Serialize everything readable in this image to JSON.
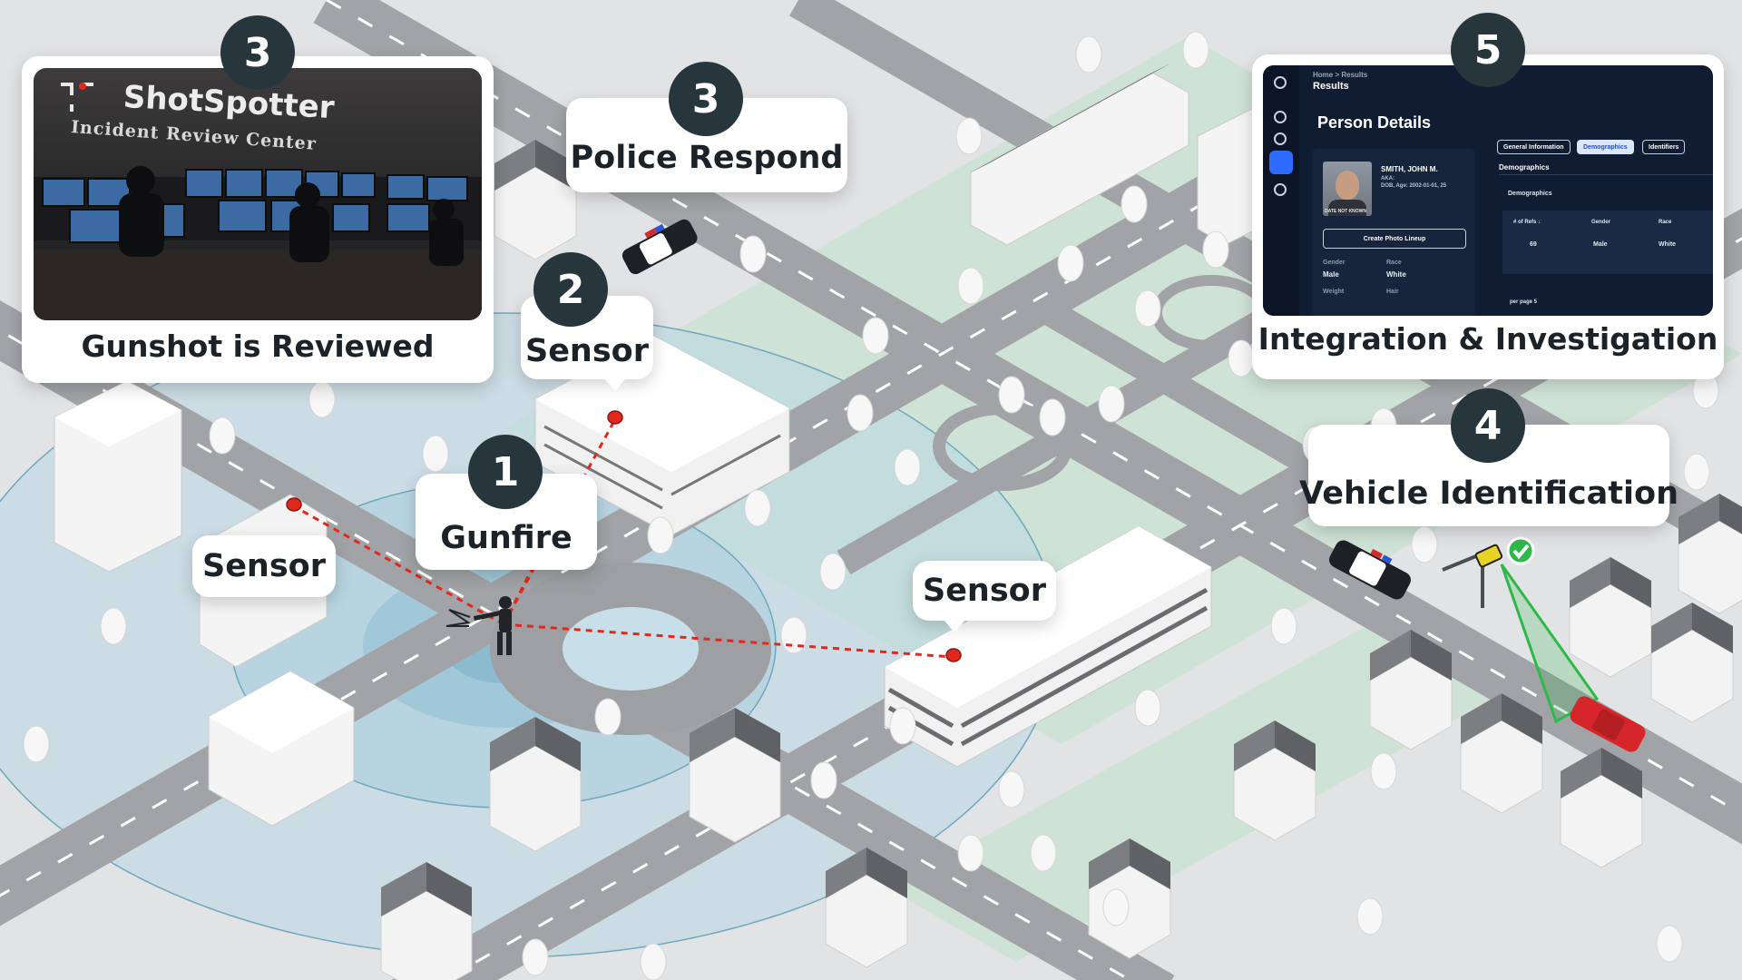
{
  "steps": {
    "gunfire": {
      "number": "1",
      "label": "Gunfire"
    },
    "sensor_top": {
      "number": "2",
      "label": "Sensor"
    },
    "police": {
      "number": "3",
      "label": "Police Respond"
    },
    "review": {
      "number": "3",
      "label": "Gunshot is Reviewed"
    },
    "vehicle": {
      "number": "4",
      "label": "Vehicle Identification"
    },
    "integration": {
      "number": "5",
      "label": "Integration & Investigation"
    }
  },
  "sensor_labels": {
    "left": "Sensor",
    "right": "Sensor"
  },
  "review_photo": {
    "brand": "ShotSpotter",
    "subtitle": "Incident Review Center"
  },
  "app": {
    "breadcrumb": "Home  >  Results",
    "page": "Results",
    "title": "Person Details",
    "person_name": "SMITH, JOHN M.",
    "aka": "AKA:",
    "dob": "DOB, Age: 2002-01-01, 25",
    "mug_tag": "DATE NOT KNOWN",
    "create_button": "Create Photo Lineup",
    "tabs": [
      "General Information",
      "Demographics",
      "Identifiers"
    ],
    "demographics_header": "Demographics",
    "demographics_sub": "Demographics",
    "fields": {
      "gender_label": "Gender",
      "gender_value": "Male",
      "race_label": "Race",
      "race_value": "White",
      "weight_label": "Weight",
      "hair_label": "Hair"
    },
    "table_headers": [
      "# of Refs ↓",
      "Gender",
      "Race"
    ],
    "table_row": [
      "69",
      "Male",
      "White"
    ],
    "per_page": "per page  5"
  },
  "colors": {
    "road": "#9d9fa2",
    "ground": "#e2e3e5",
    "green_zone": "#cfe2d6",
    "coverage": "#9ec7d8",
    "sensor_red": "#e0281e",
    "badge": "#27353d",
    "confirm_green": "#2fb84a"
  }
}
